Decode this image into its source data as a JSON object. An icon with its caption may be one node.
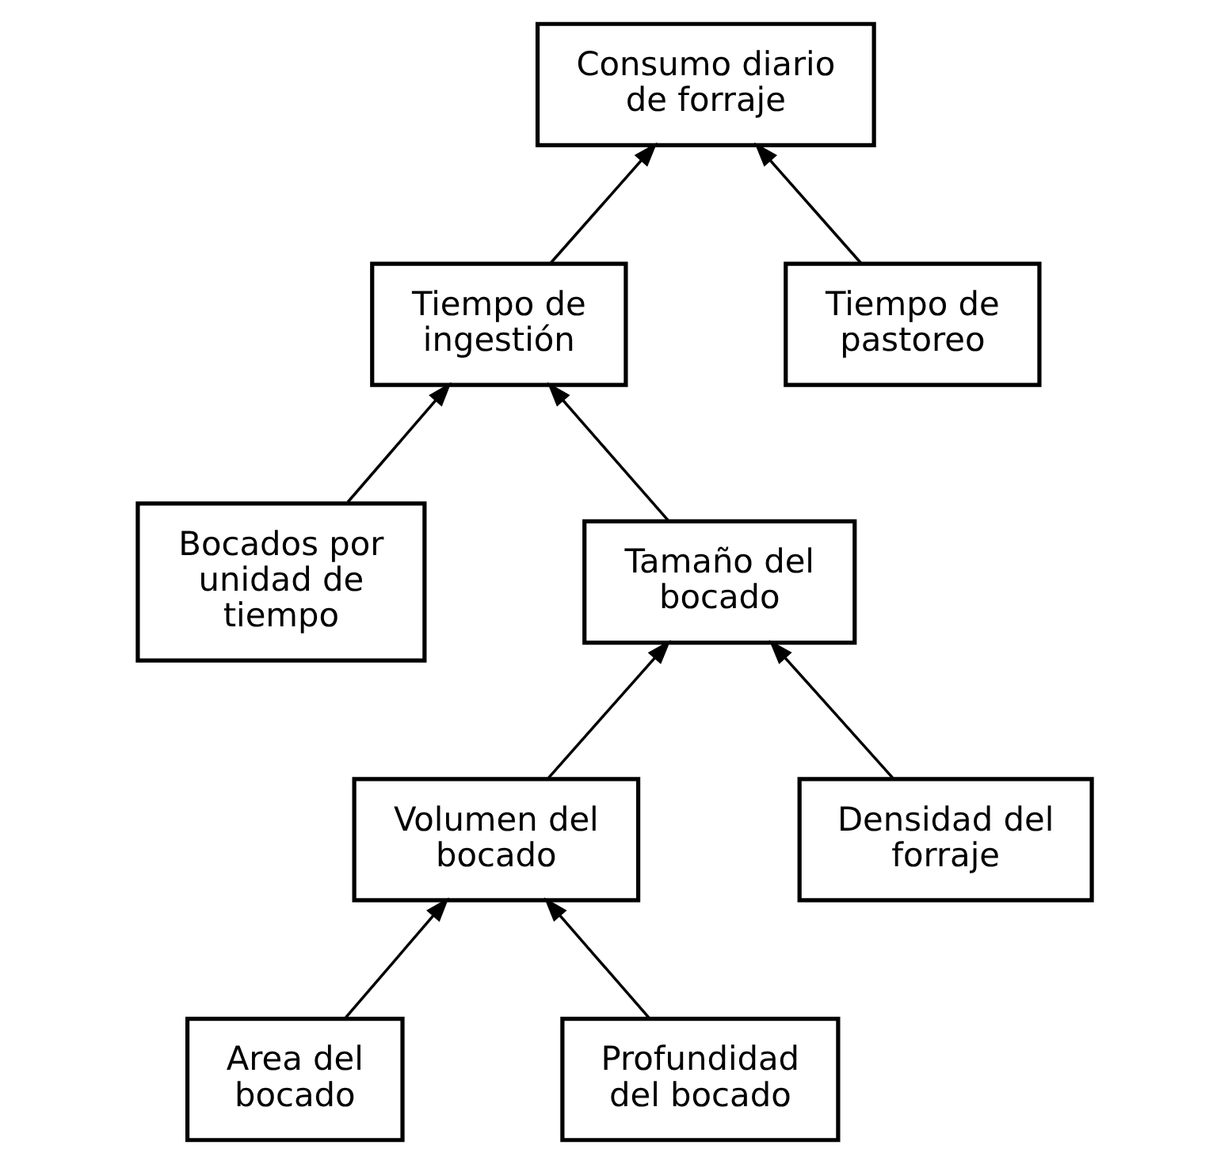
{
  "diagram": {
    "nodes": [
      {
        "text": [
          "Consumo diario de forraje"
        ]
      },
      {
        "text": [
          "Tiempo de ingestión"
        ]
      },
      {
        "text": [
          "Tiempo de pastoreo"
        ]
      },
      {
        "text": [
          "Bocados por unidad de tiempo"
        ]
      },
      {
        "text": [
          "Tamaño del bocado"
        ]
      },
      {
        "text": [
          "Volumen del bocado"
        ]
      },
      {
        "text": [
          "Densidad del forraje"
        ]
      },
      {
        "text": [
          "Area del bocado"
        ]
      },
      {
        "text": [
          "Profundidad del bocado"
        ]
      }
    ],
    "edges": [
      {
        "from": 1,
        "to": 0,
        "arrow": "to"
      },
      {
        "from": 2,
        "to": 0,
        "arrow": "to"
      },
      {
        "from": 3,
        "to": 1,
        "arrow": "to"
      },
      {
        "from": 4,
        "to": 1,
        "arrow": "to"
      },
      {
        "from": 5,
        "to": 4,
        "arrow": "to"
      },
      {
        "from": 6,
        "to": 4,
        "arrow": "to"
      },
      {
        "from": 7,
        "to": 5,
        "arrow": "to"
      },
      {
        "from": 8,
        "to": 5,
        "arrow": "to"
      }
    ]
  }
}
